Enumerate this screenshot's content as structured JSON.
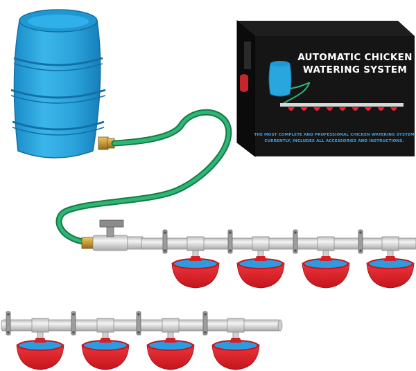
{
  "product_box": {
    "title_line1": "AUTOMATIC CHICKEN",
    "title_line2": "WATERING SYSTEM",
    "subtitle_line1": "THE MOST COMPLETE AND PROFESSIONAL CHICKEN WATERING SYSTEM",
    "subtitle_line2": "CURRENTLY, INCLUDES ALL ACCESSORIES AND INSTRUCTIONS."
  },
  "colors": {
    "barrel": "#2aa6de",
    "barrel_dark": "#1886bf",
    "hose": "#1e9a5e",
    "pipe": "#dcdcdc",
    "cup": "#e8232b",
    "water": "#2d9be0",
    "box": "#141414"
  }
}
